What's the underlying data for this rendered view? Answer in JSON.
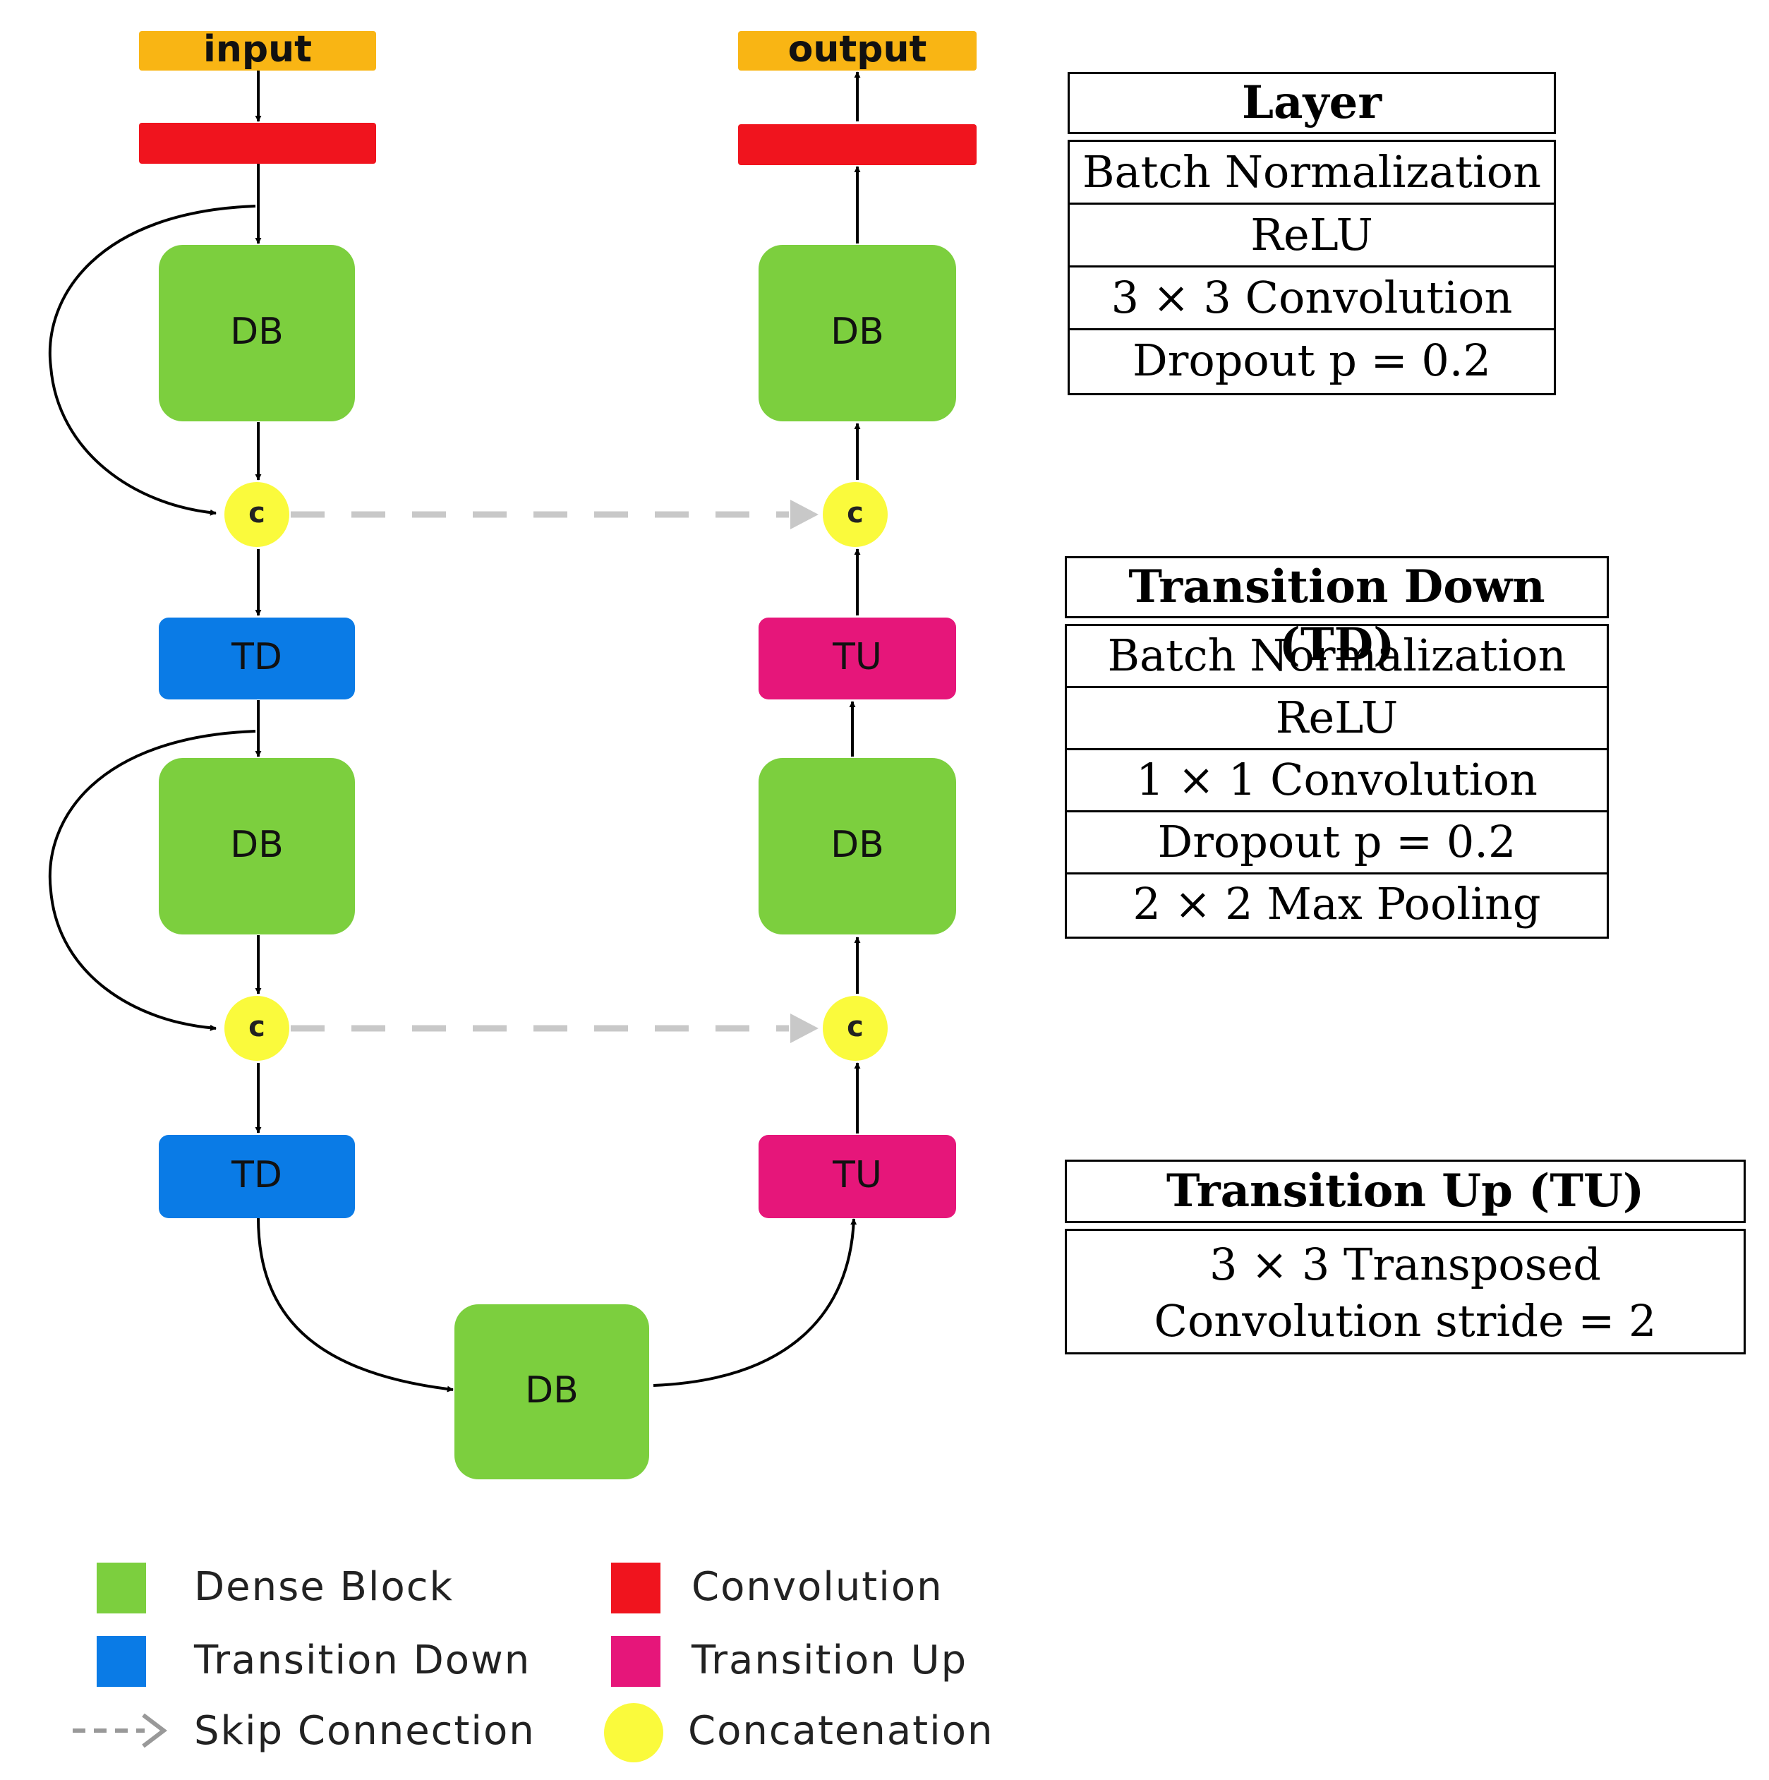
{
  "colors": {
    "io": "#F9B514",
    "conv": "#F0141E",
    "dense": "#7CCF3E",
    "td": "#0A7BE6",
    "tu": "#E6167A",
    "concat": "#FAFA3C",
    "skip": "#C8C8C8"
  },
  "nodes": {
    "input": "input",
    "output": "output",
    "db": "DB",
    "td": "TD",
    "tu": "TU",
    "concat": "c"
  },
  "tables": {
    "layer": {
      "title": "Layer",
      "rows": [
        "Batch Normalization",
        "ReLU",
        "3 × 3 Convolution",
        "Dropout p = 0.2"
      ]
    },
    "td": {
      "title": "Transition Down (TD)",
      "rows": [
        "Batch Normalization",
        "ReLU",
        "1 × 1 Convolution",
        "Dropout p = 0.2",
        "2 × 2 Max Pooling"
      ]
    },
    "tu": {
      "title": "Transition Up (TU)",
      "rows": [
        "3 × 3 Transposed Convolution stride = 2"
      ]
    }
  },
  "legend": {
    "dense_block": "Dense Block",
    "convolution": "Convolution",
    "transition_down": "Transition Down",
    "transition_up": "Transition Up",
    "skip_connection": "Skip Connection",
    "concatenation": "Concatenation"
  }
}
